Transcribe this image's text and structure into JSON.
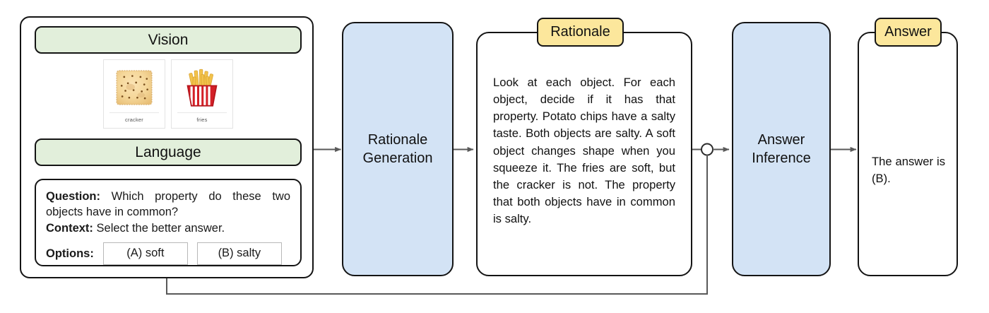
{
  "diagram": {
    "title": "Multimodal chain-of-thought pipeline",
    "colors": {
      "band_green": "#e2efdb",
      "process_blue": "#d3e3f5",
      "tag_yellow": "#fce79c",
      "outline": "#141414",
      "arrow": "#595959"
    }
  },
  "input_panel": {
    "vision": {
      "header": "Vision",
      "cards": [
        {
          "caption": "cracker",
          "icon": "cracker-icon"
        },
        {
          "caption": "fries",
          "icon": "fries-icon"
        }
      ]
    },
    "language": {
      "header": "Language",
      "question_label": "Question:",
      "question_text": "Which property do these two objects have in common?",
      "context_label": "Context:",
      "context_text": "Select the better answer.",
      "options_label": "Options:",
      "options": [
        "(A) soft",
        "(B) salty"
      ]
    }
  },
  "stage_one": {
    "label": "Rationale\nGeneration",
    "label_line1": "Rationale",
    "label_line2": "Generation"
  },
  "rationale": {
    "tag": "Rationale",
    "text": "Look at each object. For each object, decide if it has that property. Potato chips have a salty taste. Both objects are salty. A soft object changes shape when you squeeze it. The fries are soft, but the cracker is not. The property that both objects have in common is salty."
  },
  "stage_two": {
    "label_line1": "Answer",
    "label_line2": "Inference"
  },
  "answer": {
    "tag": "Answer",
    "text": "The answer is (B)."
  },
  "connectors": {
    "junction": "junction-node",
    "feedback": "feedback-loop"
  }
}
